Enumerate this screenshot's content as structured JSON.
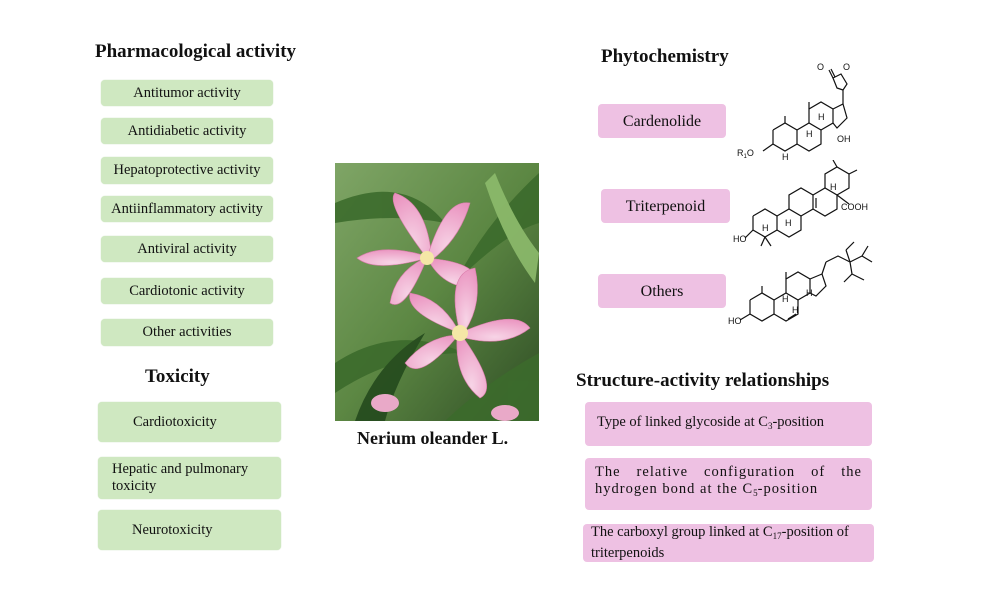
{
  "plant": {
    "name": "Nerium oleander L."
  },
  "pharmacology": {
    "title": "Pharmacological activity",
    "items": [
      "Antitumor activity",
      "Antidiabetic activity",
      "Hepatoprotective activity",
      "Antiinflammatory activity",
      "Antiviral activity",
      "Cardiotonic activity",
      "Other activities"
    ]
  },
  "toxicity": {
    "title": "Toxicity",
    "items": [
      "Cardiotoxicity",
      "Hepatic and pulmonary toxicity",
      "Neurotoxicity"
    ]
  },
  "phytochemistry": {
    "title": "Phytochemistry",
    "items": [
      "Cardenolide",
      "Triterpenoid",
      "Others"
    ],
    "structure_labels": {
      "cardenolide": {
        "r": "R",
        "o": "O",
        "sub": "1",
        "h1": "H",
        "h2": "H",
        "h3": "H",
        "oh": "OH"
      },
      "triterpenoid": {
        "ho": "HO",
        "cooh": "COOH",
        "h1": "H",
        "h2": "H",
        "h3": "H"
      },
      "others": {
        "ho": "HO",
        "h1": "H",
        "h2": "H",
        "h3": "H"
      }
    }
  },
  "sar": {
    "title": "Structure-activity relationships",
    "items": [
      {
        "pre": "Type of linked glycoside at C",
        "sub": "3",
        "post": "-position"
      },
      {
        "pre": "The relative configuration of the hydrogen bond at the C",
        "sub": "5",
        "post": "-position"
      },
      {
        "pre": "The carboxyl group linked at C",
        "sub": "17",
        "post": "-position of triterpenoids"
      }
    ]
  },
  "colors": {
    "green_box": "#cfe8c1",
    "pink_box": "#eec1e3"
  }
}
